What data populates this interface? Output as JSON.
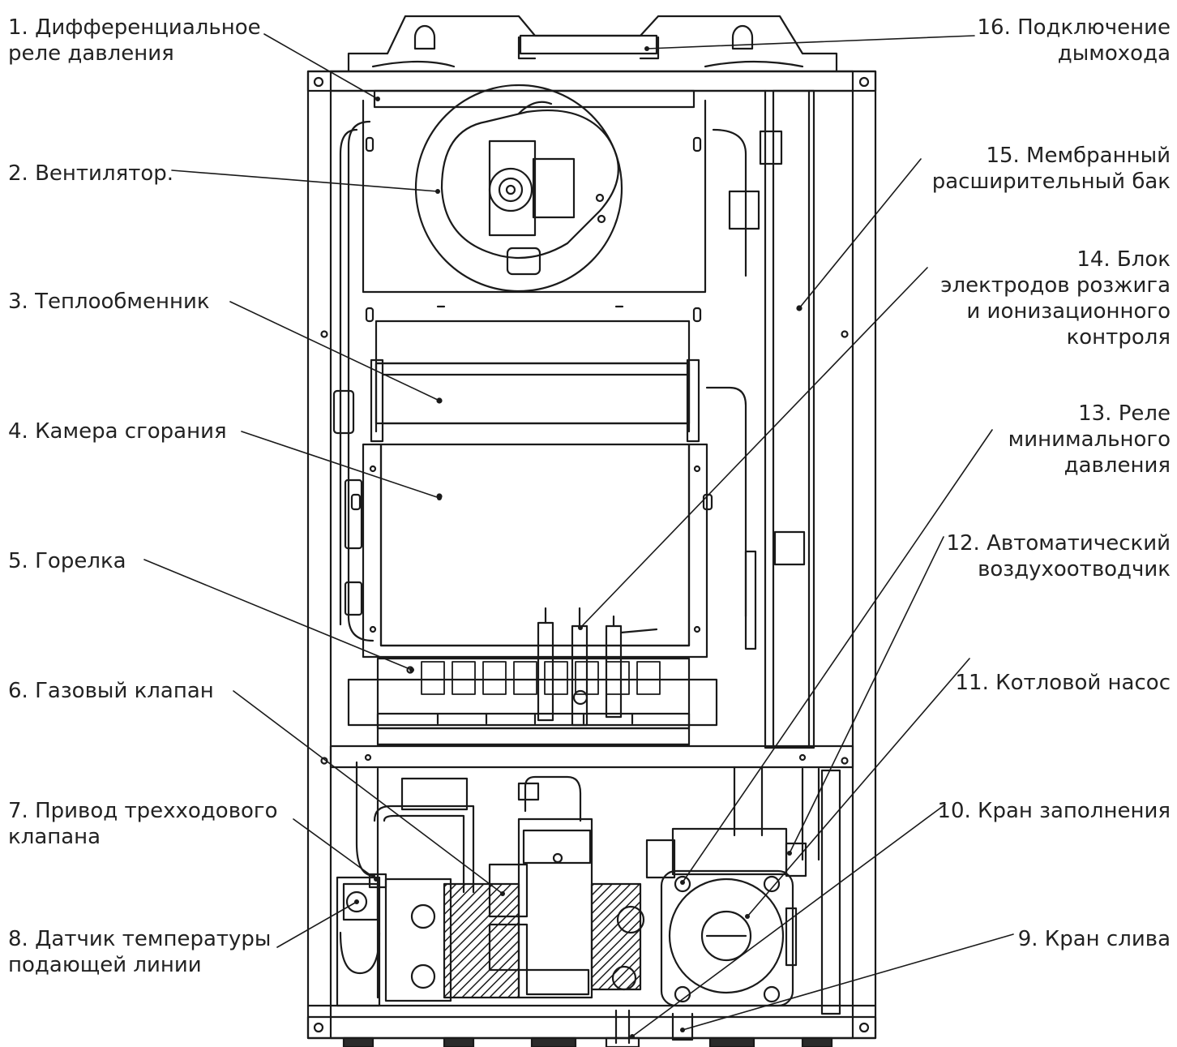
{
  "labels": {
    "l1": {
      "line1": "1. Дифференциальное",
      "line2": "реле давления"
    },
    "l2": {
      "line1": "2. Вентилятор."
    },
    "l3": {
      "line1": "3. Теплообменник"
    },
    "l4": {
      "line1": "4. Камера сгорания"
    },
    "l5": {
      "line1": "5. Горелка"
    },
    "l6": {
      "line1": "6. Газовый клапан"
    },
    "l7": {
      "line1": "7. Привод трехходового",
      "line2": "клапана"
    },
    "l8": {
      "line1": "8. Датчик температуры",
      "line2": "подающей линии"
    },
    "l9": {
      "line1": "9. Кран слива"
    },
    "l10": {
      "line1": "10. Кран заполнения"
    },
    "l11": {
      "line1": "11. Котловой насос"
    },
    "l12": {
      "line1": "12. Автоматический",
      "line2": "воздухоотводчик"
    },
    "l13": {
      "line1": "13. Реле",
      "line2": "минимального",
      "line3": "давления"
    },
    "l14": {
      "line1": "14. Блок",
      "line2": "электродов розжига",
      "line3": "и ионизационного",
      "line4": "контроля"
    },
    "l15": {
      "line1": "15. Мембранный",
      "line2": "расширительный бак"
    },
    "l16": {
      "line1": "16. Подключение",
      "line2": "дымохода"
    }
  },
  "colors": {
    "ink": "#222222",
    "line": "#1a1a1a",
    "fill_dark": "#2b2b2b"
  }
}
